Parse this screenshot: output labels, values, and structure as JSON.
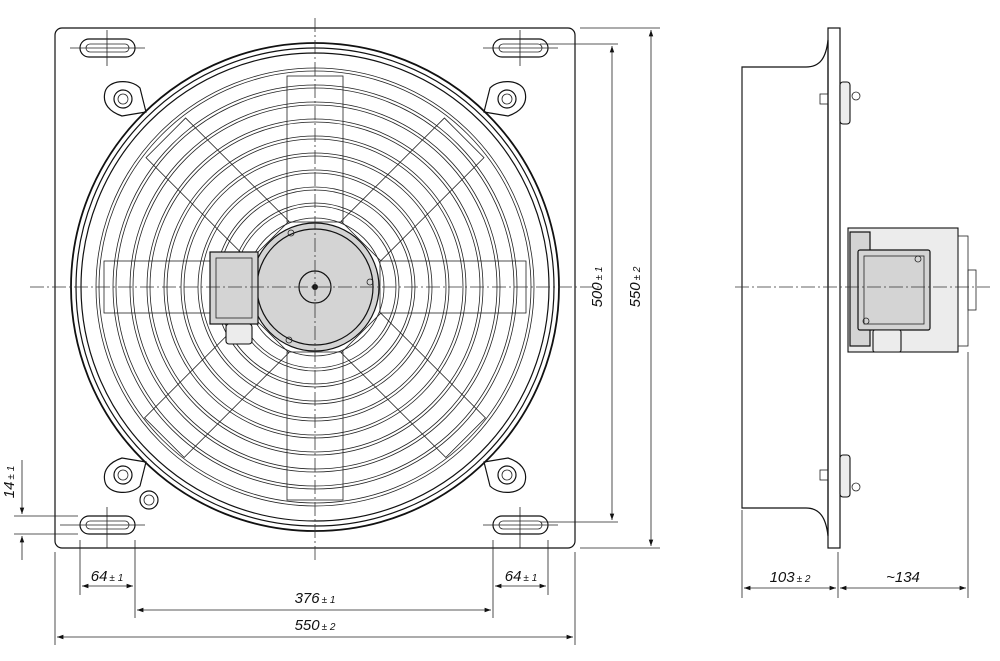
{
  "front_view": {
    "dims": {
      "plate_height": {
        "value": "550",
        "tol": "± 2"
      },
      "guard_height": {
        "value": "500",
        "tol": "± 1"
      },
      "slot_offset": {
        "value": "14",
        "tol": "± 1"
      },
      "slot_left": {
        "value": "64",
        "tol": "± 1"
      },
      "slot_right": {
        "value": "64",
        "tol": "± 1"
      },
      "slot_spacing": {
        "value": "376",
        "tol": "± 1"
      },
      "plate_width": {
        "value": "550",
        "tol": "± 2"
      }
    }
  },
  "side_view": {
    "dims": {
      "depth_front": {
        "value": "103",
        "tol": "± 2"
      },
      "depth_motor": {
        "value": "~134",
        "tol": ""
      }
    }
  }
}
